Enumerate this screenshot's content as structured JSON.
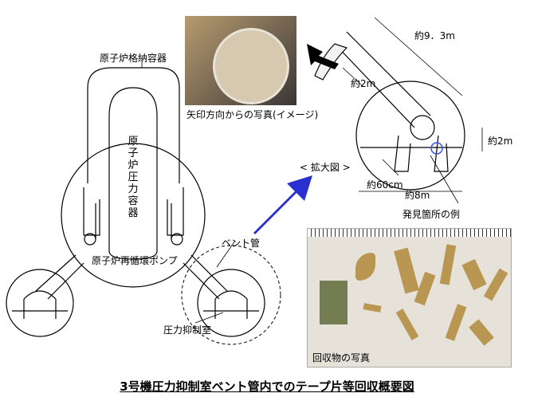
{
  "labels": {
    "containment_vessel": "原子炉格納容器",
    "pressure_vessel": "原子炉圧力容器",
    "recirc_pump": "原子炉再循環ポンプ",
    "vent_pipe": "ベント管",
    "suppression_chamber": "圧力抑制室",
    "arrow_photo_caption": "矢印方向からの写真(イメージ)",
    "enlarged_view": "< 拡大図 >",
    "dim_9_3m": "約9．3m",
    "dim_2m_top": "約2m",
    "dim_2m_right": "約2m",
    "dim_60cm": "約60cm",
    "dim_8m": "約8m",
    "found_location": "発見箇所の例",
    "recovered_caption": "回収物の写真"
  },
  "title": "3号機圧力抑制室ベント管内でのテープ片等回収概要図",
  "colors": {
    "arrow_blue": "#2a2fcf",
    "found_circle": "#3a55d6",
    "line": "#000000"
  }
}
